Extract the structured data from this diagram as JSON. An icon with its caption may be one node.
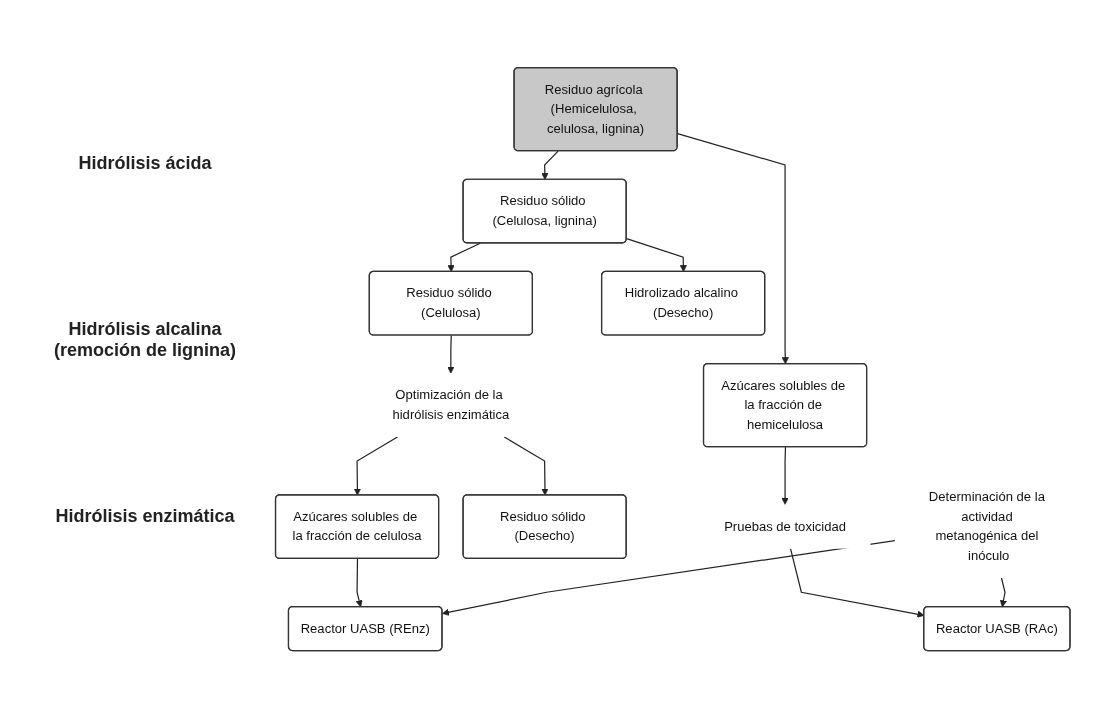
{
  "diagram": {
    "nodes": [
      {
        "text": [
          "Residuo agrícola (Hemicelulosa, celulosa, lignina)"
        ]
      },
      {
        "text": [
          "Residuo sólido (Celulosa, lignina)"
        ]
      },
      {
        "text": [
          "Azúcares solubles de la fracción de hemicelulosa"
        ]
      },
      {
        "text": [
          "Residuo sólido (Celulosa)"
        ]
      },
      {
        "text": [
          "Hidrolizado alcalino (Desecho)"
        ]
      },
      {
        "text": [
          "Pruebas de toxicidad"
        ]
      },
      {
        "text": [
          "Optimización de la hidrólisis enzimática"
        ]
      },
      {
        "text": [
          "Reactor UASB (RAc)"
        ]
      },
      {
        "text": [
          "Residuo sólido (Desecho)"
        ]
      },
      {
        "text": [
          "Azúcares solubles de la fracción de celulosa"
        ]
      },
      {
        "text": [
          "Reactor UASB (REnz)"
        ]
      },
      {
        "text": [
          "Determinación de la actividad metanogénica del inóculo"
        ]
      }
    ],
    "edges": [
      {
        "from": 0,
        "to": 1,
        "arrow": "to"
      },
      {
        "from": 0,
        "to": 2,
        "arrow": "to"
      },
      {
        "from": 1,
        "to": 3,
        "arrow": "to"
      },
      {
        "from": 1,
        "to": 4,
        "arrow": "to"
      },
      {
        "from": 2,
        "to": 5,
        "arrow": "to"
      },
      {
        "from": 3,
        "to": 6,
        "arrow": "to"
      },
      {
        "from": 5,
        "to": 7,
        "arrow": "to"
      },
      {
        "from": 6,
        "to": 8,
        "arrow": "to"
      },
      {
        "from": 6,
        "to": 9,
        "arrow": "to"
      },
      {
        "from": 9,
        "to": 10,
        "arrow": "to"
      },
      {
        "from": 11,
        "to": 10,
        "arrow": "to"
      },
      {
        "from": 11,
        "to": 7,
        "arrow": "to"
      }
    ],
    "labels": [
      "Hidrólisis ácida",
      "Hidrólisis alcalina (remoción de lignina)",
      "Hidrólisis enzimática"
    ]
  }
}
